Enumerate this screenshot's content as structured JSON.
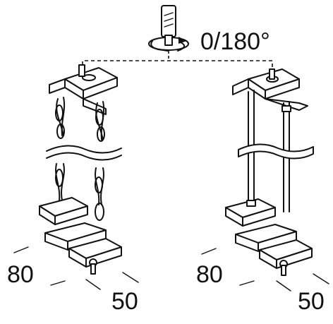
{
  "rotation_label": "0/180°",
  "left_assembly": {
    "dim_1": "80",
    "dim_2": "50"
  },
  "right_assembly": {
    "dim_1": "80",
    "dim_2": "50"
  }
}
